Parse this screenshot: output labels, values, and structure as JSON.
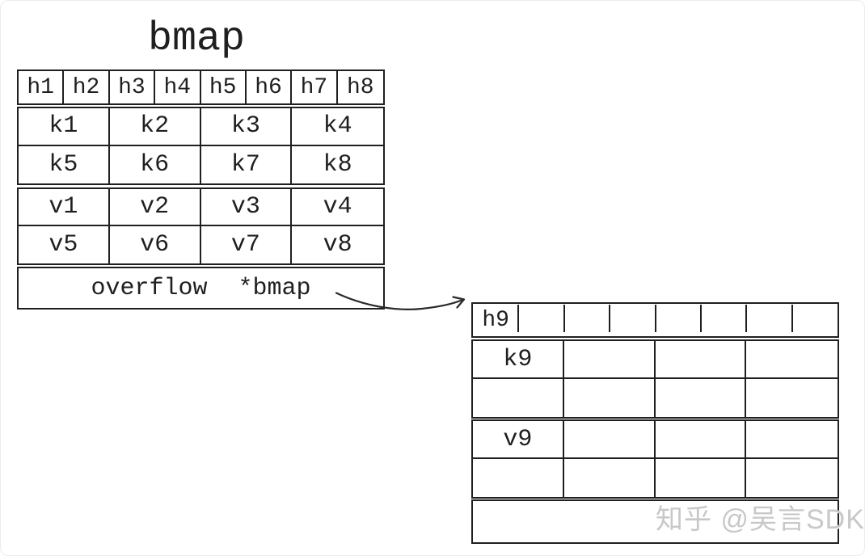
{
  "title": "bmap",
  "main_bucket": {
    "hash_cells": [
      "h1",
      "h2",
      "h3",
      "h4",
      "h5",
      "h6",
      "h7",
      "h8"
    ],
    "key_rows": [
      [
        "k1",
        "k2",
        "k3",
        "k4"
      ],
      [
        "k5",
        "k6",
        "k7",
        "k8"
      ]
    ],
    "value_rows": [
      [
        "v1",
        "v2",
        "v3",
        "v4"
      ],
      [
        "v5",
        "v6",
        "v7",
        "v8"
      ]
    ],
    "overflow": {
      "label": "overflow",
      "type": "*bmap"
    }
  },
  "overflow_bucket": {
    "hash_cells": [
      "h9",
      "",
      "",
      "",
      "",
      "",
      "",
      ""
    ],
    "key_rows": [
      [
        "k9",
        "",
        "",
        ""
      ],
      [
        "",
        "",
        "",
        ""
      ]
    ],
    "value_rows": [
      [
        "v9",
        "",
        "",
        ""
      ],
      [
        "",
        "",
        "",
        ""
      ]
    ],
    "overflow": {
      "label": ""
    }
  },
  "watermark": "知乎 @吴言SDK",
  "colors": {
    "line": "#1f1f1f",
    "background": "#ffffff",
    "watermark": "#c8c8c8"
  }
}
